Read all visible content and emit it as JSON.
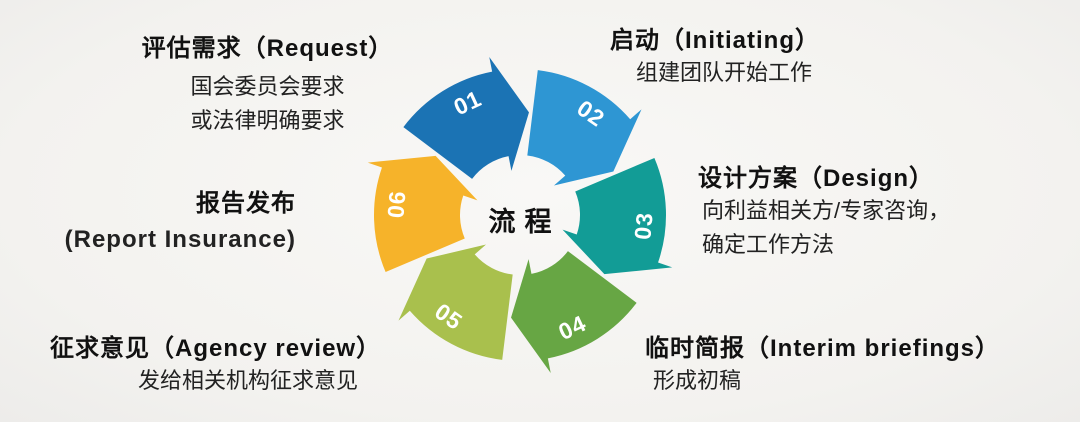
{
  "center_label": "流程",
  "background_color": "#f3f2ef",
  "segments": [
    {
      "number": "01",
      "color": "#1b73b4"
    },
    {
      "number": "02",
      "color": "#2e96d3"
    },
    {
      "number": "03",
      "color": "#129c96"
    },
    {
      "number": "04",
      "color": "#67a644"
    },
    {
      "number": "05",
      "color": "#a9c04d"
    },
    {
      "number": "06",
      "color": "#f6b32a"
    }
  ],
  "labels": [
    {
      "id": "request",
      "title": "评估需求（Request）",
      "lines": [
        "国会委员会要求",
        "或法律明确要求"
      ]
    },
    {
      "id": "initiating",
      "title": "启动（Initiating）",
      "lines": [
        "组建团队开始工作"
      ]
    },
    {
      "id": "design",
      "title": "设计方案（Design）",
      "lines": [
        "向利益相关方/专家咨询，",
        "确定工作方法"
      ]
    },
    {
      "id": "interim",
      "title": "临时简报（Interim briefings）",
      "lines": [
        "形成初稿"
      ]
    },
    {
      "id": "agency",
      "title": "征求意见（Agency review）",
      "lines": [
        "发给相关机构征求意见"
      ]
    },
    {
      "id": "report",
      "title": "报告发布",
      "lines": [
        "(Report Insurance)"
      ]
    }
  ]
}
